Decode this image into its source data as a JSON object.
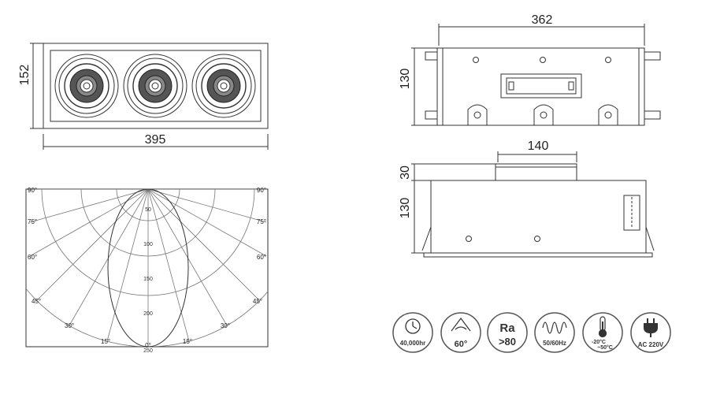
{
  "front_view": {
    "width_label": "395",
    "height_label": "152"
  },
  "top_view": {
    "width_label": "362",
    "height_label": "130"
  },
  "side_view": {
    "top_width_label": "140",
    "top_height_label": "30",
    "body_height_label": "130"
  },
  "polar": {
    "angle_labels": [
      "90°",
      "75°",
      "60°",
      "45°",
      "30°",
      "15°",
      "0°"
    ],
    "radial_labels": [
      "50",
      "100",
      "150",
      "200",
      "250"
    ]
  },
  "features": [
    {
      "icon": "clock-icon",
      "text": "40,000hr"
    },
    {
      "icon": "beam-angle-icon",
      "text": "60°"
    },
    {
      "icon": "ra-icon",
      "line1": "Ra",
      "line2": ">80"
    },
    {
      "icon": "frequency-wave-icon",
      "text": "50/60Hz"
    },
    {
      "icon": "thermometer-icon",
      "low": "-20°C",
      "high": "~50°C"
    },
    {
      "icon": "plug-icon",
      "text": "AC 220V"
    }
  ]
}
